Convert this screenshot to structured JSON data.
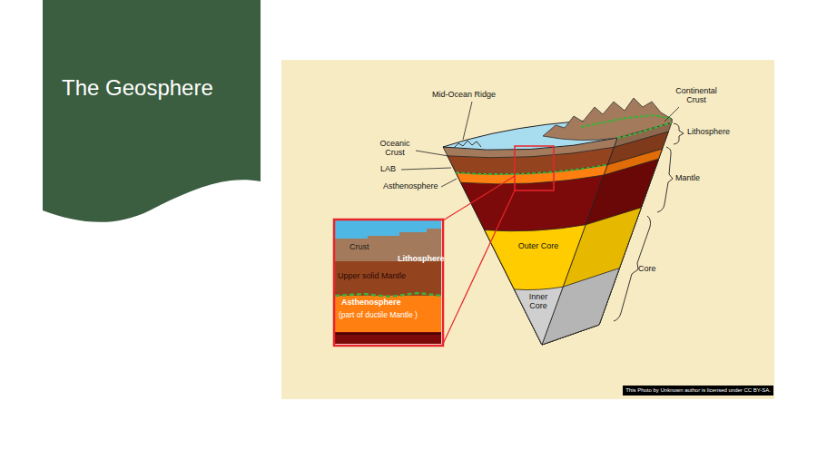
{
  "diagram": {
    "title": "The Geosphere",
    "labels": [
      "Mid-Ocean Ridge",
      "Continental Crust",
      "Oceanic Crust",
      "LAB",
      "Asthenosphere",
      "Lithosphere",
      "Mantle",
      "Outer Core",
      "Core",
      "Inner Core",
      "Crust",
      "Lithosphere",
      "Upper solid Mantle",
      "Asthenosphere",
      "(part of ductile Mantle )",
      "This Photo by Unknown author is licensed under CC BY-SA."
    ]
  }
}
